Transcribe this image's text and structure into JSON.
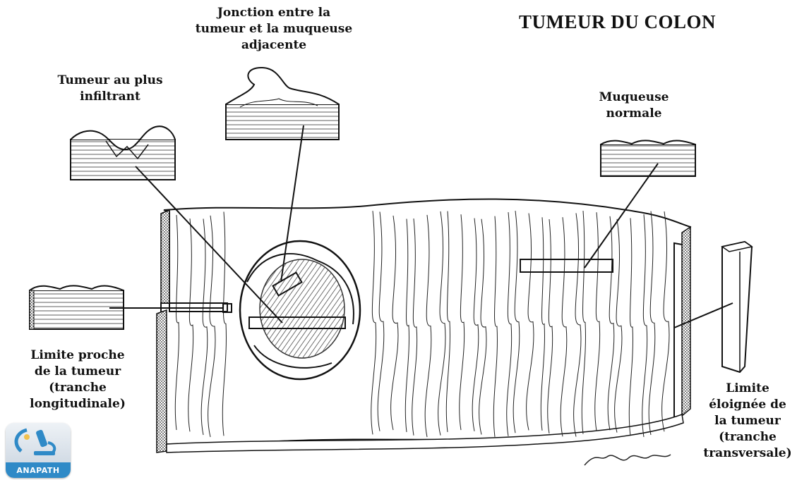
{
  "title": "TUMEUR DU COLON",
  "labels": {
    "junction": "Jonction entre la\ntumeur et la muqueuse\nadjacente",
    "infiltrating": "Tumeur au plus\ninfiltrant",
    "normal": "Muqueuse\nnormale",
    "proximal": "Limite proche\nde la tumeur\n(tranche\nlongitudinale)",
    "distal": "Limite\néloignée de\nla tumeur\n(tranche\ntransversale)"
  },
  "logo": {
    "text": "ANAPATH",
    "accent": "#2f8ac7"
  },
  "colors": {
    "ink": "#111111",
    "background": "#ffffff"
  }
}
